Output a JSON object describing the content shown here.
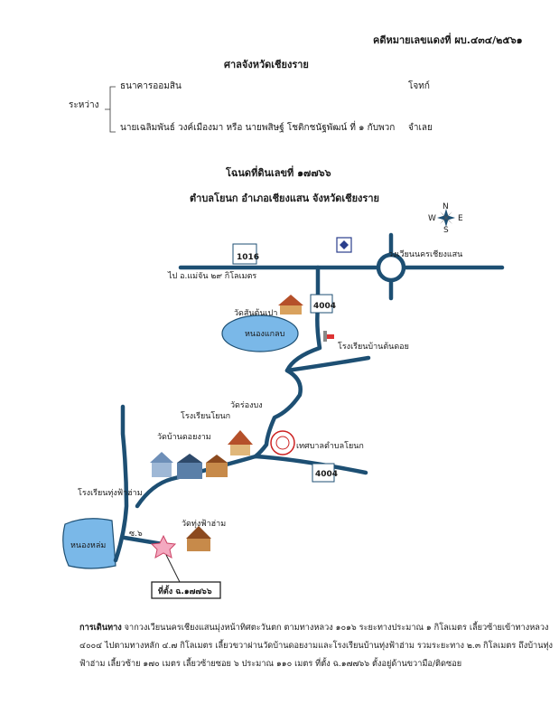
{
  "header": {
    "case_number": "คดีหมายเลขแดงที่ ผบ.๔๓๔/๒๕๖๑",
    "court": "ศาลจังหวัดเชียงราย",
    "between_label": "ระหว่าง",
    "plaintiff": "ธนาคารออมสิน",
    "plaintiff_role": "โจทก์",
    "defendant": "นายเฉลิมพันธ์  วงค์เมืองมา หรือ นายพสิษฐ์  โชติกชนัฐพัฒน์ ที่ ๑ กับพวก",
    "defendant_role": "จำเลย"
  },
  "deed": {
    "title": "โฉนดที่ดินเลขที่ ๑๗๗๖๖",
    "location": "ตำบลโยนก อำเภอเชียงแสน จังหวัดเชียงราย"
  },
  "map": {
    "compass": {
      "n": "N",
      "e": "E",
      "s": "S",
      "w": "W"
    },
    "road_1016": "1016",
    "road_4004_top": "4004",
    "road_4004_bottom": "4004",
    "roundabout_label": "วงเวียนนครเชียงแสน",
    "to_mae_chan": "ไป อ.แม่จัน ๒๙ กิโลเมตร",
    "wat_santonpao": "วัดสันต้นเปา",
    "nong_kaelap": "หนองแกลบ",
    "school_ban_ton_doi": "โรงเรียนบ้านต้นดอย",
    "school_yonok": "โรงเรียนโยนก",
    "wat_rong_bong": "วัดร่องบง",
    "wat_ban_don_ngam": "วัดบ้านดอยงาม",
    "yonok_municipality": "เทศบาลตำบลโยนก",
    "school_thung_fa_ham": "โรงเรียนทุ่งฟ้าฮ่าม",
    "nong_lom": "หนองหล่ม",
    "soi_6": "ซ.๖",
    "wat_thung_fa_ham": "วัดทุ่งฟ้าฮ่าม",
    "site_label": "ที่ตั้ง  ฉ.๑๗๗๖๖",
    "colors": {
      "road": "#1d4f73",
      "water": "#7ab8e8",
      "site": "#f4a9c0"
    }
  },
  "directions": {
    "heading": "การเดินทาง",
    "line1": "จากวงเวียนนครเชียงแสนมุ่งหน้าทิศตะวันตก ตามทางหลวง ๑๐๑๖ ระยะทางประมาณ ๑ กิโลเมตร เลี้ยวซ้ายเข้าทางหลวง",
    "line2": "๔๐๐๔ ไปตามทางหลัก ๔.๗ กิโลเมตร เลี้ยวขวาผ่านวัดบ้านดอยงามและโรงเรียนบ้านทุ่งฟ้าฮ่าม รวมระยะทาง ๒.๓ กิโลเมตร ถึงบ้านทุ่ง",
    "line3": "ฟ้าฮ่าม เลี้ยวซ้าย ๑๗๐ เมตร เลี้ยวซ้ายซอย ๖ ประมาณ ๑๑๐ เมตร ที่ตั้ง ฉ.๑๗๗๖๖ ตั้งอยู่ด้านขวามือ/ติดซอย"
  }
}
